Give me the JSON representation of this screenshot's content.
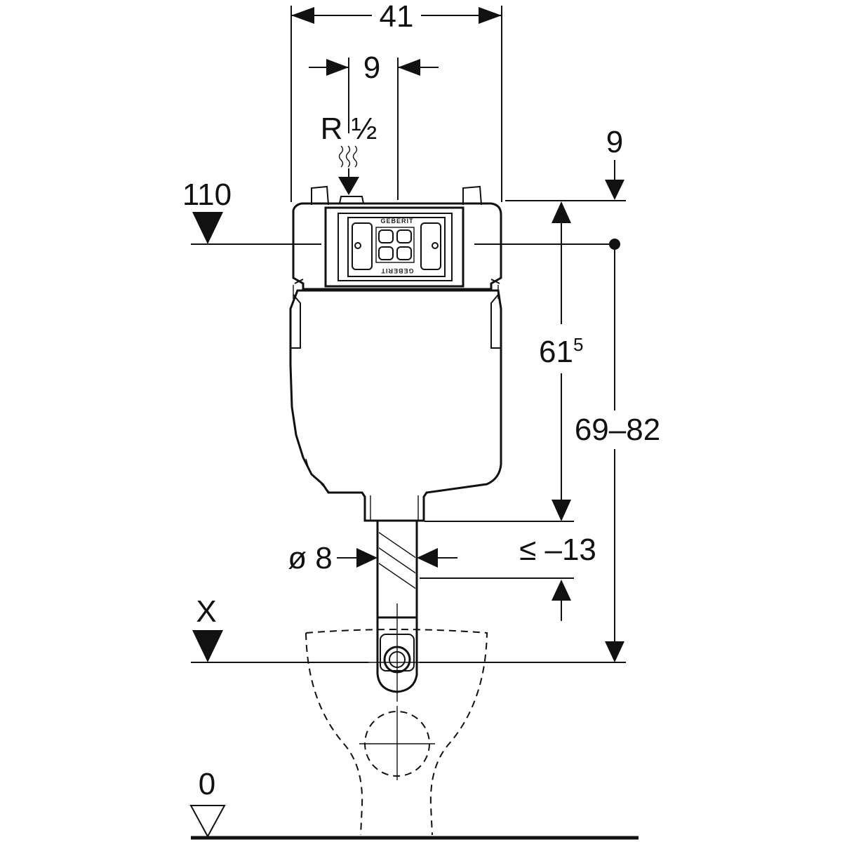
{
  "dimensions": {
    "width_total": "41",
    "inlet_offset": "9",
    "inlet_thread": "R ½",
    "top_offset": "9",
    "actuator_height": "110",
    "height_61": "61",
    "height_61_sup": "5",
    "height_range": "69–82",
    "pipe_diameter": "ø 8",
    "pipe_adjust": "≤ –13",
    "reference_x": "X",
    "floor_level": "0"
  },
  "brand": {
    "name_top": "GEBERIT",
    "name_bottom": "GEBERIT"
  }
}
